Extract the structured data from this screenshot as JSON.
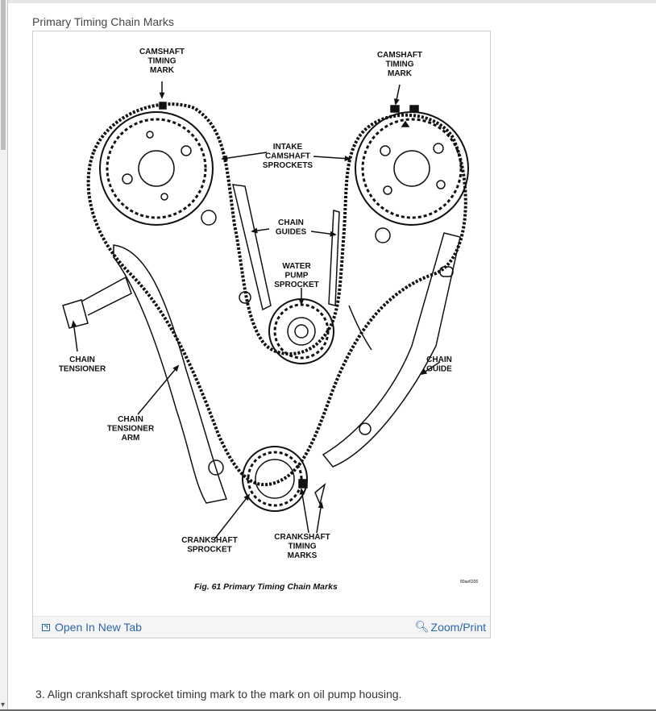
{
  "title": "Primary Timing Chain Marks",
  "figure": {
    "labels": {
      "cam_mark_left": [
        "CAMSHAFT",
        "TIMING",
        "MARK"
      ],
      "cam_mark_right": [
        "CAMSHAFT",
        "TIMING",
        "MARK"
      ],
      "intake": [
        "INTAKE",
        "CAMSHAFT",
        "SPROCKETS"
      ],
      "chain_guides": [
        "CHAIN",
        "GUIDES"
      ],
      "water_pump": [
        "WATER",
        "PUMP",
        "SPROCKET"
      ],
      "chain_tensioner": [
        "CHAIN",
        "TENSIONER"
      ],
      "chain_guide": [
        "CHAIN",
        "GUIDE"
      ],
      "tensioner_arm": [
        "CHAIN",
        "TENSIONER",
        "ARM"
      ],
      "crank_sprocket": [
        "CRANKSHAFT",
        "SPROCKET"
      ],
      "crank_marks": [
        "CRANKSHAFT",
        "TIMING",
        "MARKS"
      ]
    },
    "caption": "Fig. 61 Primary Timing Chain Marks",
    "code": "80ae6336"
  },
  "footer": {
    "open_tab": "Open In New Tab",
    "zoom_icon": "magnifier-icon",
    "zoom": "Zoom/Print"
  },
  "step_text": "3. Align crankshaft sprocket timing mark to the mark on oil pump housing."
}
